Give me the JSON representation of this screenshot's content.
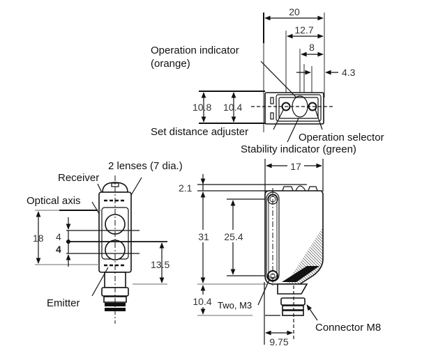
{
  "diagram": {
    "title": "Photoelectric sensor dimensions (mm)",
    "top_view": {
      "labels": {
        "operation_indicator": "Operation indicator",
        "operation_indicator_color": "(orange)",
        "set_distance_adjuster": "Set distance adjuster",
        "operation_selector": "Operation selector",
        "stability_indicator": "Stability indicator (green)"
      },
      "dimensions": {
        "width_total": "20",
        "width_12_7": "12.7",
        "width_8": "8",
        "offset_4_3": "4.3",
        "height_10_8": "10.8",
        "height_10_4": "10.4"
      }
    },
    "front_view": {
      "labels": {
        "lenses": "2 lenses (7 dia.)",
        "receiver": "Receiver",
        "optical_axis": "Optical axis",
        "emitter": "Emitter"
      },
      "dimensions": {
        "height_18": "18",
        "offset_upper": "4",
        "offset_lower": "4",
        "height_13_5": "13.5"
      }
    },
    "side_view": {
      "labels": {
        "mounting_holes": "Two, M3",
        "connector": "Connector M8"
      },
      "dimensions": {
        "depth_17": "17",
        "top_2_1": "2.1",
        "height_31": "31",
        "hole_pitch": "25.4",
        "connector_10_4": "10.4",
        "connector_offset": "9.75"
      }
    }
  }
}
